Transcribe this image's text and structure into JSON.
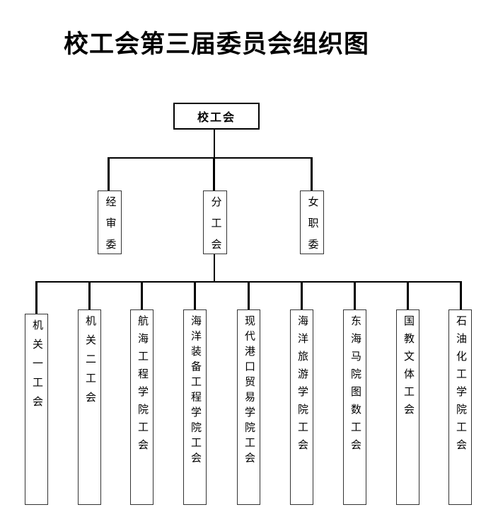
{
  "title": "校工会第三届委员会组织图",
  "root": {
    "label": "校工会"
  },
  "committees": [
    {
      "label": "经审委"
    },
    {
      "label": "分工会"
    },
    {
      "label": "女职委"
    }
  ],
  "unions": [
    {
      "label": "机关一工会"
    },
    {
      "label": "机关二工会"
    },
    {
      "label": "航海工程学院工会"
    },
    {
      "label": "海洋装备工程学院工会"
    },
    {
      "label": "现代港口贸易学院工会"
    },
    {
      "label": "海洋旅游学院工会"
    },
    {
      "label": "东海马院图数工会"
    },
    {
      "label": "国教文体工会"
    },
    {
      "label": "石油化工学院工会"
    }
  ],
  "colors": {
    "line": "#000000",
    "box_border": "#333333",
    "text": "#000000",
    "background": "#ffffff"
  }
}
